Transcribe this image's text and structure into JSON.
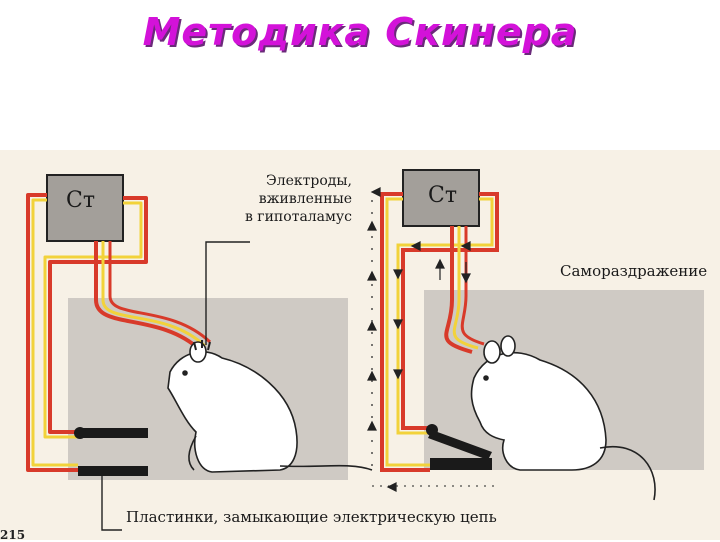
{
  "title": "Методика Скинера",
  "diagram": {
    "stimulator_label": "Ст",
    "electrodes_label": "Электроды,\nвживленные\nв гипоталамус",
    "self_stimulation_label": "Самораздражение",
    "plates_label": "Пластинки, замыкающие электрическую цепь",
    "page_number_fragment": "215"
  },
  "colors": {
    "title": "#d312d9",
    "wire_red": "#d83a2a",
    "wire_yellow": "#f2d23a",
    "background_panel": "#cfcac4",
    "stimulator_box": "#a39f9a"
  }
}
